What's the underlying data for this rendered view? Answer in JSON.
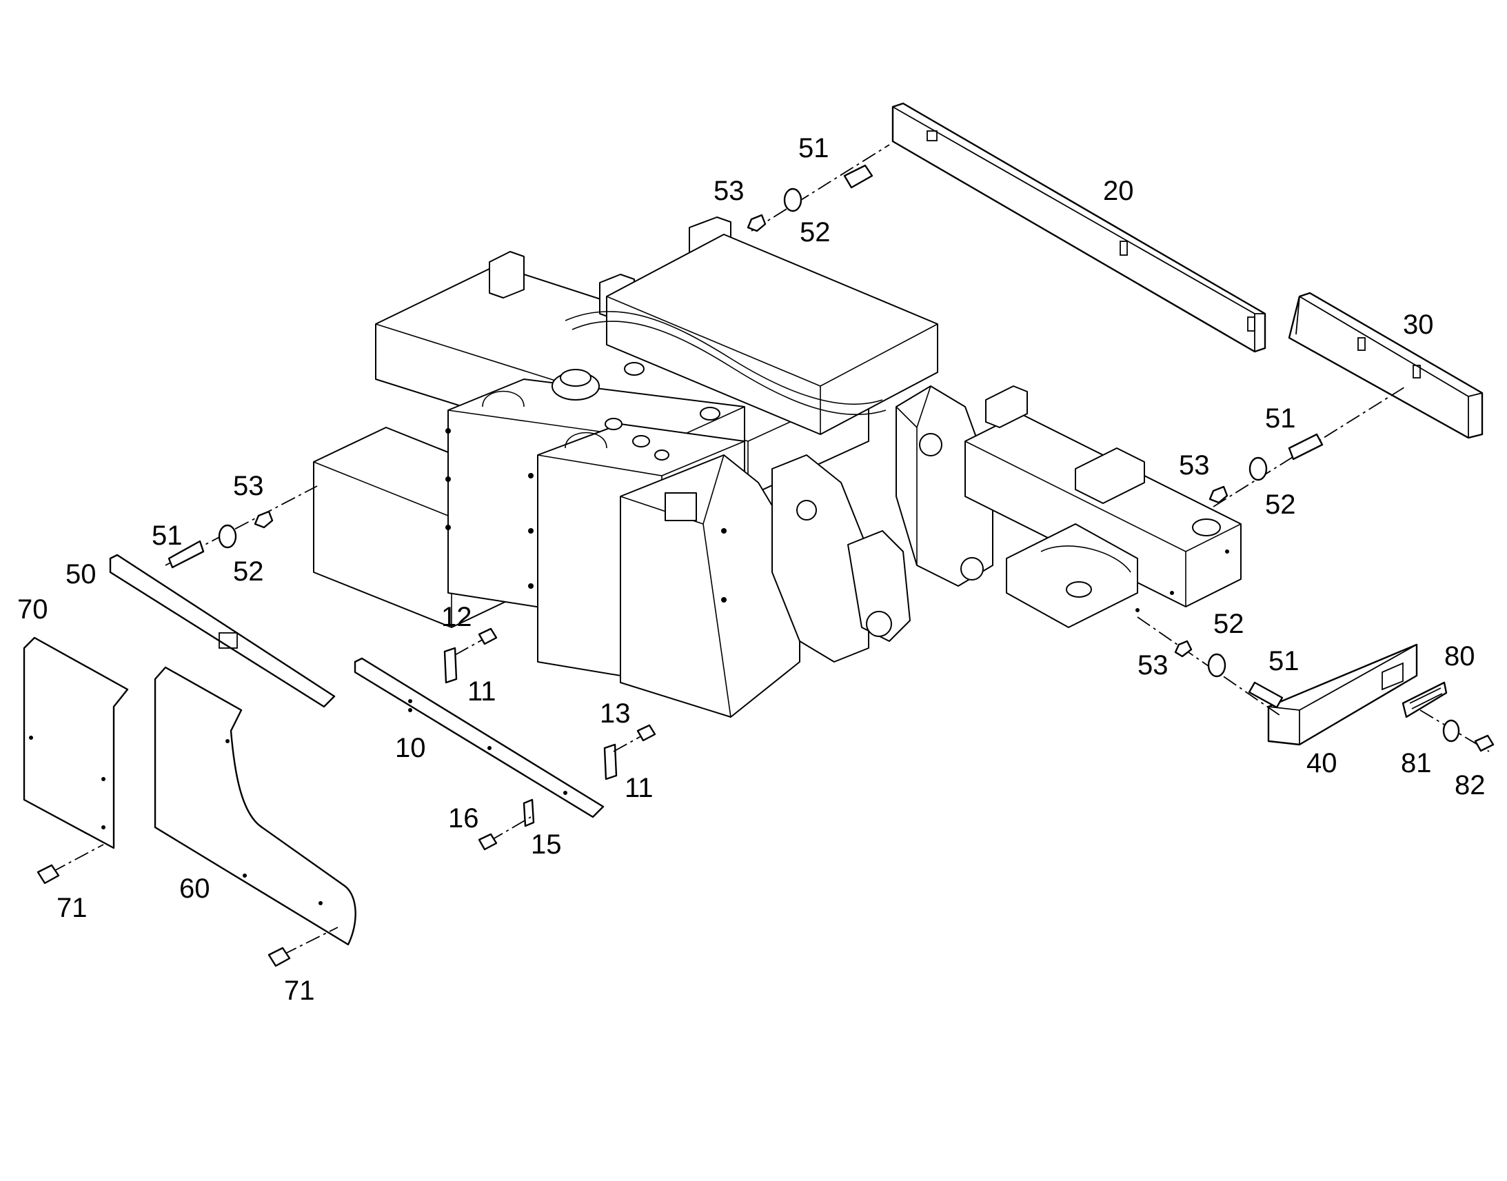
{
  "diagram": {
    "type": "exploded-parts-view",
    "callouts": [
      {
        "id": "c10",
        "label": "10"
      },
      {
        "id": "c11a",
        "label": "11"
      },
      {
        "id": "c11b",
        "label": "11"
      },
      {
        "id": "c12",
        "label": "12"
      },
      {
        "id": "c13",
        "label": "13"
      },
      {
        "id": "c15",
        "label": "15"
      },
      {
        "id": "c16",
        "label": "16"
      },
      {
        "id": "c20",
        "label": "20"
      },
      {
        "id": "c30",
        "label": "30"
      },
      {
        "id": "c40",
        "label": "40"
      },
      {
        "id": "c50",
        "label": "50"
      },
      {
        "id": "c51a",
        "label": "51"
      },
      {
        "id": "c51b",
        "label": "51"
      },
      {
        "id": "c51c",
        "label": "51"
      },
      {
        "id": "c51d",
        "label": "51"
      },
      {
        "id": "c52a",
        "label": "52"
      },
      {
        "id": "c52b",
        "label": "52"
      },
      {
        "id": "c52c",
        "label": "52"
      },
      {
        "id": "c52d",
        "label": "52"
      },
      {
        "id": "c53a",
        "label": "53"
      },
      {
        "id": "c53b",
        "label": "53"
      },
      {
        "id": "c53c",
        "label": "53"
      },
      {
        "id": "c53d",
        "label": "53"
      },
      {
        "id": "c60",
        "label": "60"
      },
      {
        "id": "c70",
        "label": "70"
      },
      {
        "id": "c71a",
        "label": "71"
      },
      {
        "id": "c71b",
        "label": "71"
      },
      {
        "id": "c80",
        "label": "80"
      },
      {
        "id": "c81",
        "label": "81"
      },
      {
        "id": "c82",
        "label": "82"
      }
    ]
  }
}
